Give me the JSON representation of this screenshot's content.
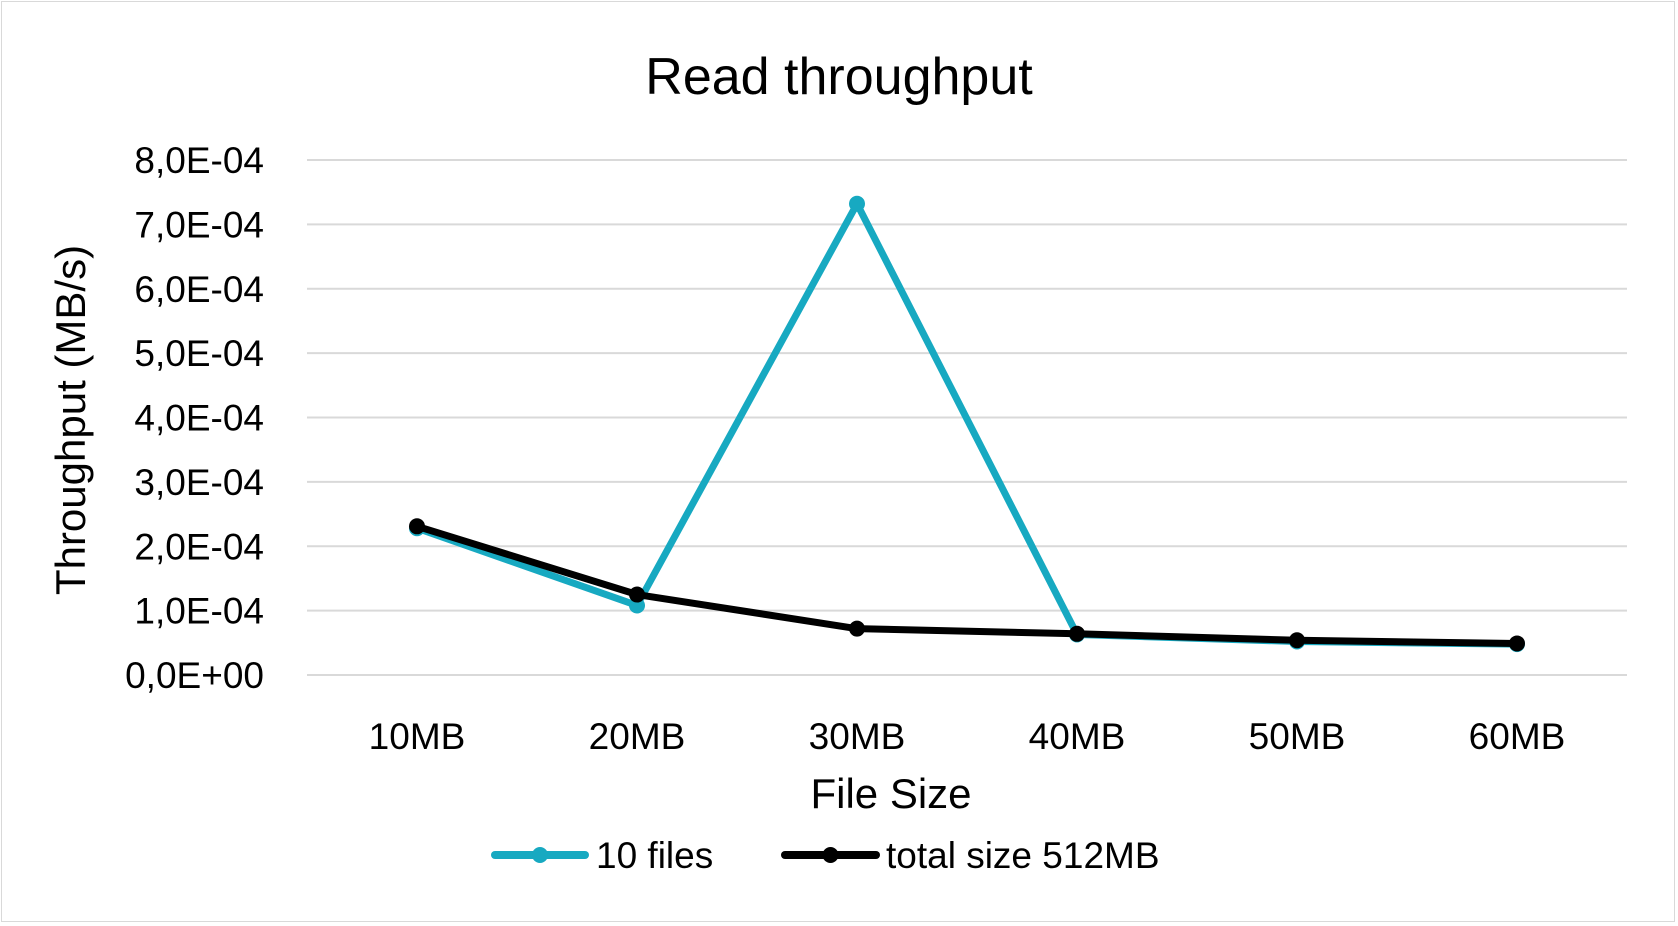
{
  "chart_data": {
    "type": "line",
    "title": "Read throughput",
    "xlabel": "File Size",
    "ylabel": "Throughput (MB/s)",
    "categories": [
      "10MB",
      "20MB",
      "30MB",
      "40MB",
      "50MB",
      "60MB"
    ],
    "y_tick_labels": [
      "0,0E+00",
      "1,0E-04",
      "2,0E-04",
      "3,0E-04",
      "4,0E-04",
      "5,0E-04",
      "6,0E-04",
      "7,0E-04",
      "8,0E-04"
    ],
    "ylim": [
      0,
      0.0008
    ],
    "grid": true,
    "legend_position": "bottom",
    "series": [
      {
        "name": "10 files",
        "color": "#17a9c1",
        "values": [
          0.000228,
          0.000108,
          0.000732,
          6.3e-05,
          5.2e-05,
          4.8e-05
        ]
      },
      {
        "name": "total size 512MB",
        "color": "#000000",
        "values": [
          0.000231,
          0.000125,
          7.2e-05,
          6.4e-05,
          5.4e-05,
          4.9e-05
        ]
      }
    ]
  }
}
